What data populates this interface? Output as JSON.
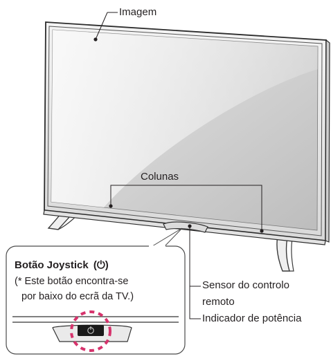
{
  "labels": {
    "image": "Imagem",
    "speakers": "Colunas",
    "remote_sensor_line1": "Sensor do controlo",
    "remote_sensor_line2": "remoto",
    "power_indicator": "Indicador de potência"
  },
  "callout": {
    "title": "Botão Joystick",
    "title_symbol": "(⏻)",
    "note_line1": "(* Este botão encontra-se",
    "note_line2": "por baixo do ecrã da TV.)"
  }
}
